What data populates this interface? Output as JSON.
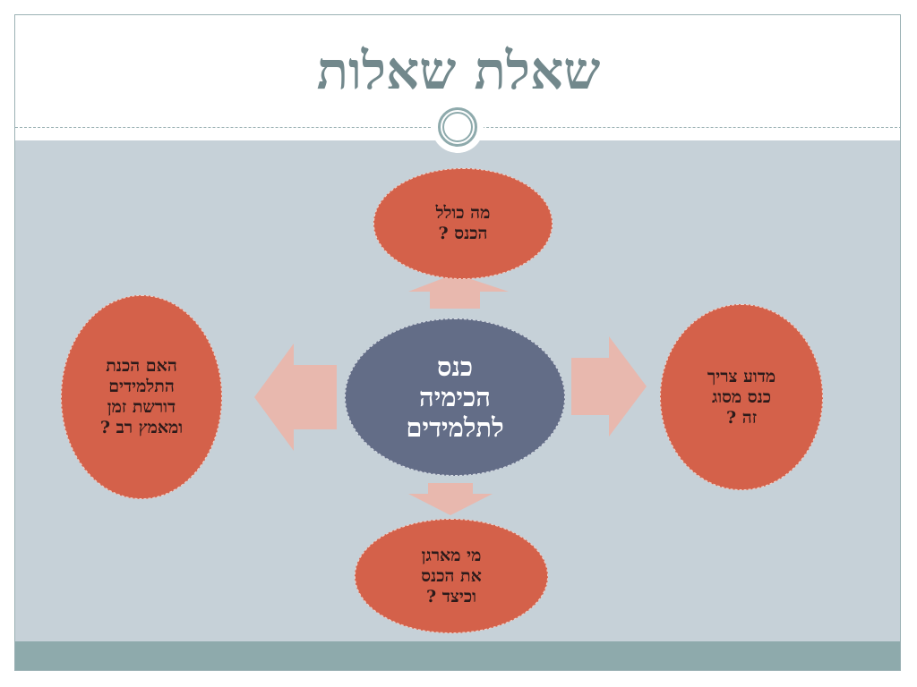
{
  "slide": {
    "title": "שאלת שאלות"
  },
  "colors": {
    "title": "#72888c",
    "content_bg": "#c6d1d8",
    "footer_bar": "#8eaaac",
    "center_node": "#636d87",
    "outer_node": "#d4614a",
    "arrow": "#e8b8ae"
  },
  "diagram": {
    "center": "כנס\nהכימיה\nלתלמידים",
    "nodes": [
      {
        "position": "top",
        "text": "מה כולל\nהכנס ?"
      },
      {
        "position": "right",
        "text": "מדוע צריך\nכנס מסוג\nזה ?"
      },
      {
        "position": "bottom",
        "text": "מי מארגן\nאת הכנס\nוכיצד ?"
      },
      {
        "position": "left",
        "text": "האם הכנת\nהתלמידים\nדורשת זמן\nומאמץ רב ?"
      }
    ]
  }
}
